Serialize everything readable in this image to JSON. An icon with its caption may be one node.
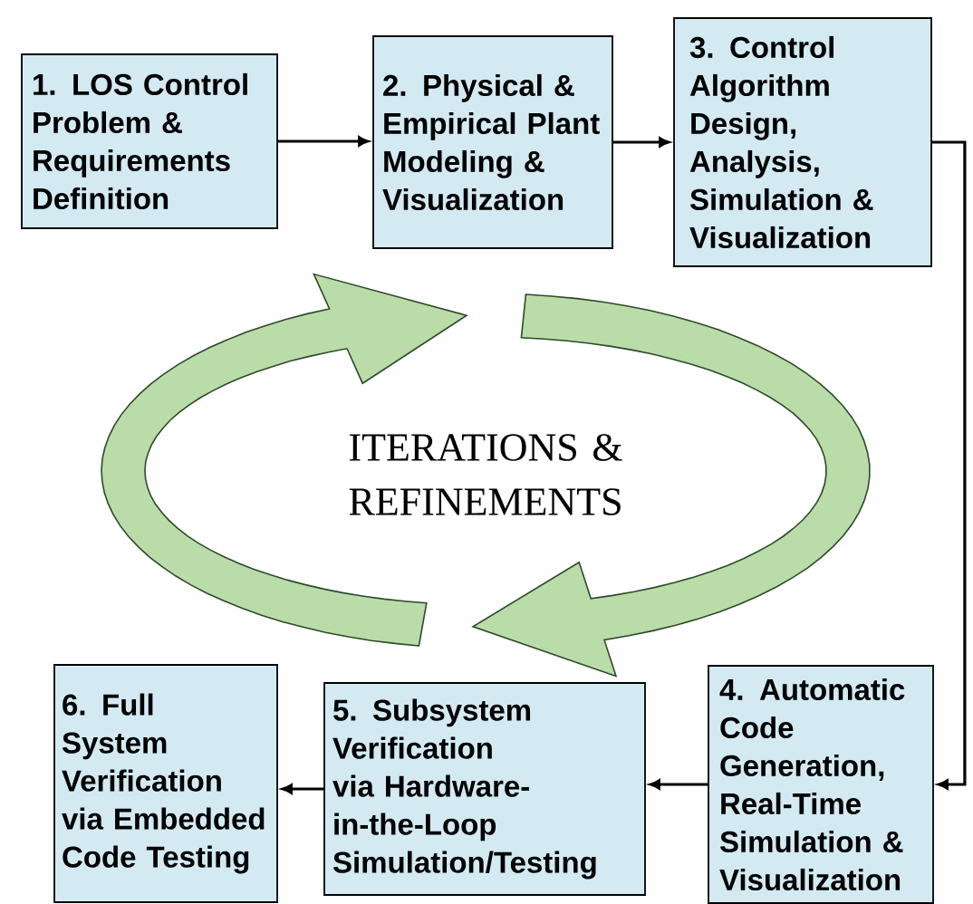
{
  "diagram": {
    "nodes": [
      {
        "text": [
          "1. LOS Control Problem & Requirements Definition"
        ]
      },
      {
        "text": [
          "2. Physical & Empirical Plant Modeling & Visualization"
        ]
      },
      {
        "text": [
          "3. Control Algorithm Design, Analysis, Simulation & Visualization"
        ]
      },
      {
        "text": [
          "4. Automatic Code Generation, Real-Time Simulation & Visualization"
        ]
      },
      {
        "text": [
          "5. Subsystem Verification via Hardware-in-the-Loop Simulation/Testing"
        ]
      },
      {
        "text": [
          "6. Full System Verification via Embedded Code Testing"
        ]
      }
    ],
    "edges": [
      {
        "from": 0,
        "to": 1,
        "arrow": "to"
      },
      {
        "from": 1,
        "to": 2,
        "arrow": "to"
      },
      {
        "from": 2,
        "to": 3,
        "arrow": "to"
      },
      {
        "from": 3,
        "to": 4,
        "arrow": "to"
      },
      {
        "from": 4,
        "to": 5,
        "arrow": "to"
      }
    ],
    "labels": [
      "ITERATIONS & REFINEMENTS"
    ]
  }
}
